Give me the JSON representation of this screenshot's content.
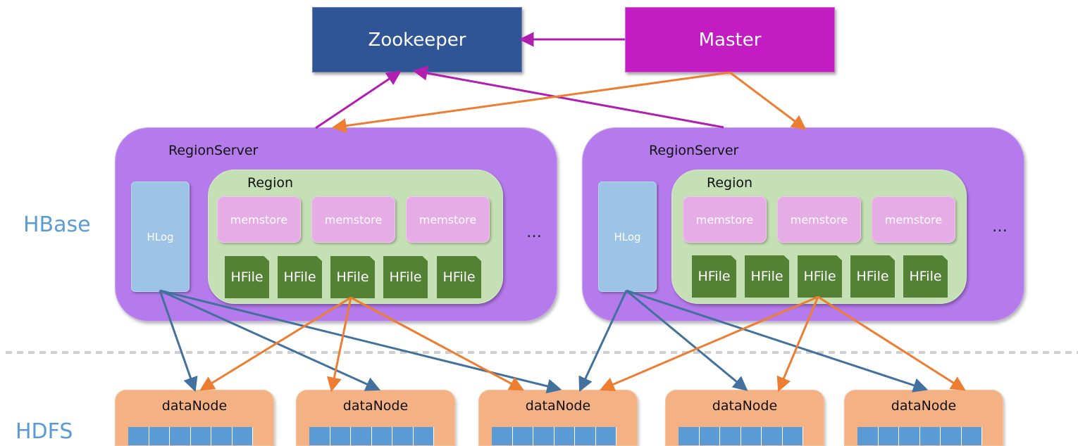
{
  "zookeeper": {
    "label": "Zookeeper"
  },
  "master": {
    "label": "Master"
  },
  "layers": {
    "hbase": "HBase",
    "hdfs": "HDFS"
  },
  "region_servers": [
    {
      "label": "RegionServer",
      "hlog": "HLog",
      "region": {
        "label": "Region",
        "memstores": [
          "memstore",
          "memstore",
          "memstore"
        ],
        "hfiles": [
          "HFile",
          "HFile",
          "HFile",
          "HFile",
          "HFile"
        ]
      },
      "more": "…"
    },
    {
      "label": "RegionServer",
      "hlog": "HLog",
      "region": {
        "label": "Region",
        "memstores": [
          "memstore",
          "memstore",
          "memstore"
        ],
        "hfiles": [
          "HFile",
          "HFile",
          "HFile",
          "HFile",
          "HFile"
        ]
      },
      "more": "…"
    }
  ],
  "data_nodes": [
    {
      "label": "dataNode"
    },
    {
      "label": "dataNode"
    },
    {
      "label": "dataNode"
    },
    {
      "label": "dataNode"
    },
    {
      "label": "dataNode"
    }
  ],
  "colors": {
    "zookeeper": "#2f5597",
    "master": "#c21cc2",
    "region_server": "#b57bec",
    "region": "#c5e0b4",
    "memstore": "#e6ace6",
    "hfile": "#548235",
    "hlog": "#9dc3e6",
    "data_node": "#f4b183",
    "data_block": "#5b9bd5",
    "arrow_purple": "#b01fb0",
    "arrow_orange": "#ed7d31",
    "arrow_blue": "#41719c",
    "layer_label": "#5b9bd5",
    "separator": "#cfcfcf"
  }
}
